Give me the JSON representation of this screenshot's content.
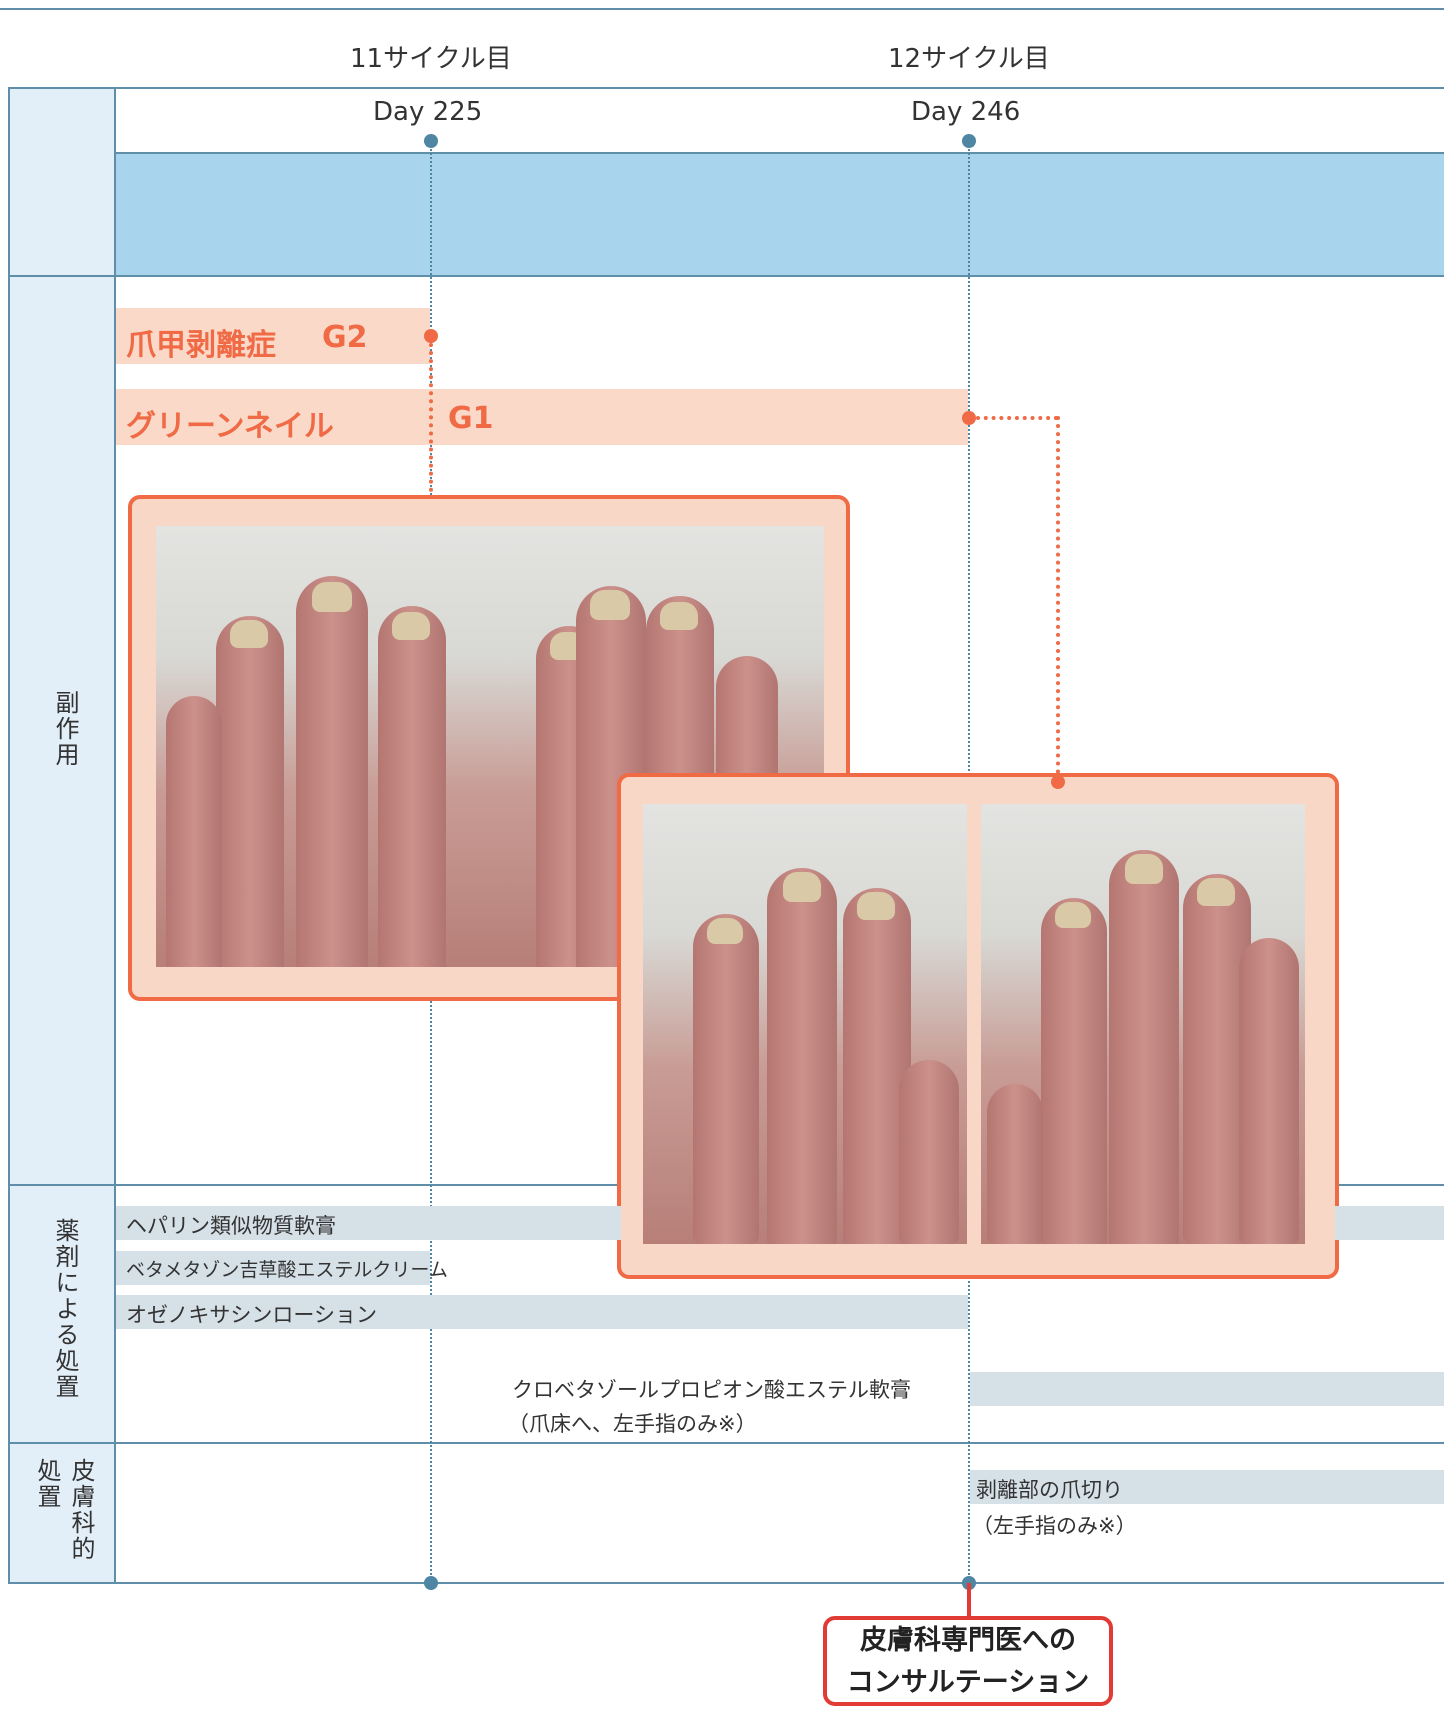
{
  "header": {
    "cycles": [
      "11サイクル目",
      "12サイクル目"
    ],
    "days": [
      "Day 225",
      "Day 246"
    ]
  },
  "rows": {
    "side_effects": "副作用",
    "drug_treatment": "薬剤による処置",
    "derm_treatment_line1": "皮膚科的",
    "derm_treatment_line2": "処置"
  },
  "adverse_events": [
    {
      "name": "爪甲剥離症",
      "grade": "G2"
    },
    {
      "name": "グリーンネイル",
      "grade": "G1"
    }
  ],
  "drugs": {
    "heparin": "ヘパリン類似物質軟膏",
    "betamethasone": "ベタメタゾン吉草酸エステルクリーム",
    "oxiconazole": "オゼノキサシンローション",
    "clobetasol_line1": "クロベタゾールプロピオン酸エステル軟膏",
    "clobetasol_line2": "（爪床へ、左手指のみ※）"
  },
  "derm": {
    "nail_clipping_line1": "剥離部の爪切り",
    "nail_clipping_line2": "（左手指のみ※）"
  },
  "consult": {
    "line1": "皮膚科専門医への",
    "line2": "コンサルテーション"
  },
  "colors": {
    "accent_orange": "#ef6a45",
    "line_blue": "#4e86a3",
    "header_band": "#a9d4ee",
    "row_label_bg": "#e2eef8",
    "drug_bar": "#d5e0e7",
    "ae_bar": "#fbd9c9",
    "consult_border": "#e23b35"
  }
}
